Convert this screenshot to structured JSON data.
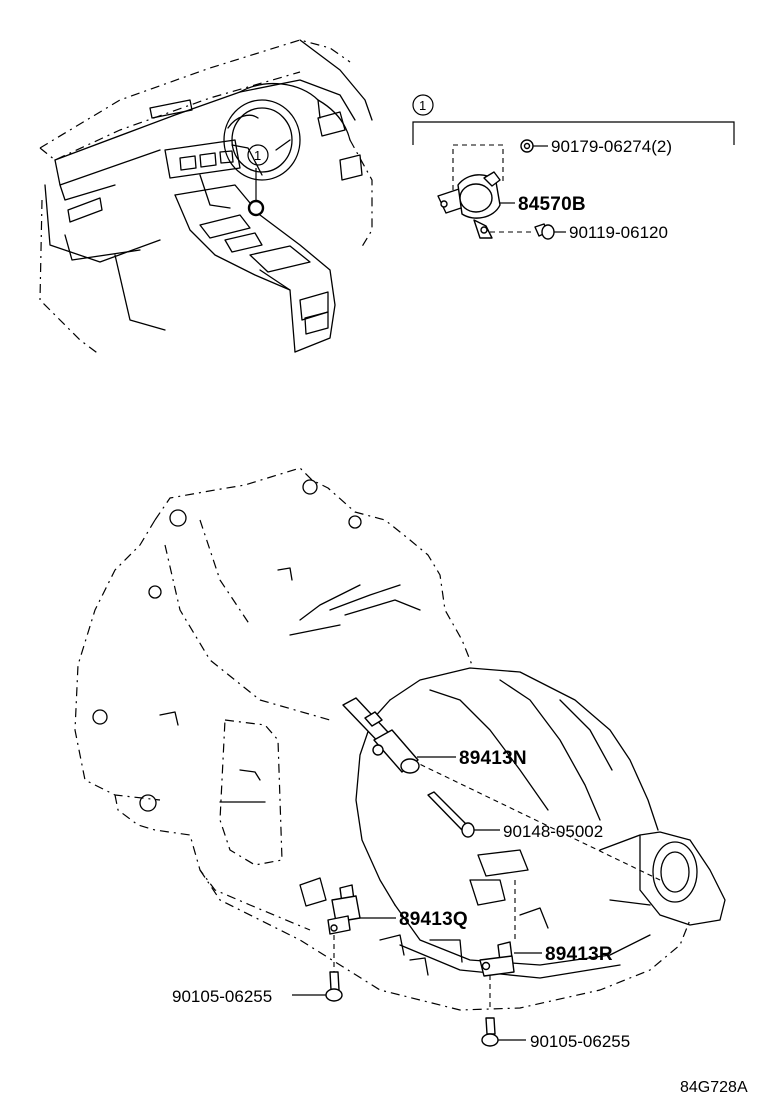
{
  "callout": {
    "number": "1"
  },
  "parts": {
    "nut_90179": "90179-06274(2)",
    "switch_84570B": "84570B",
    "bolt_90119": "90119-06120",
    "sensor_89413N": "89413N",
    "bolt_90148": "90148-05002",
    "sensor_89413Q": "89413Q",
    "sensor_89413R": "89413R",
    "bolt_90105_left": "90105-06255",
    "bolt_90105_right": "90105-06255"
  },
  "illustration_code": "84G728A"
}
